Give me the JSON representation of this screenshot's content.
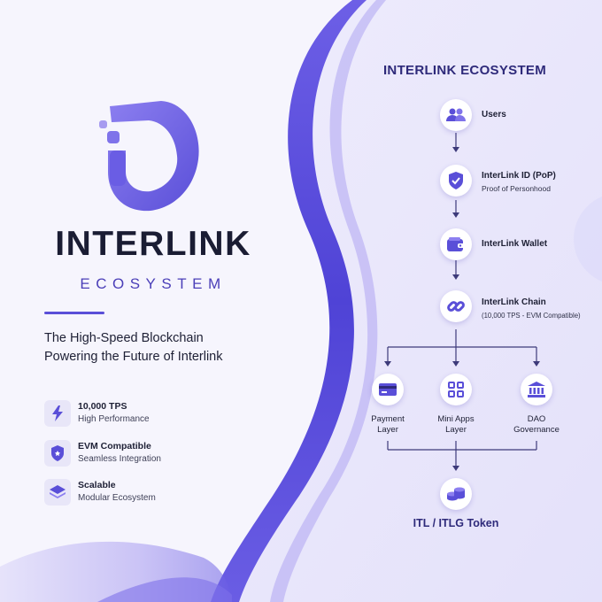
{
  "brand": {
    "title": "INTERLINK",
    "subtitle": "ECOSYSTEM",
    "tagline": [
      "The High-Speed Blockchain",
      "Powering the Future of Interlink"
    ]
  },
  "features": [
    {
      "title": "10,000 TPS",
      "subtitle": "High Performance",
      "icon": "lightning-icon"
    },
    {
      "title": "EVM Compatible",
      "subtitle": "Seamless Integration",
      "icon": "shield-icon"
    },
    {
      "title": "Scalable",
      "subtitle": "Modular Ecosystem",
      "icon": "layers-icon"
    }
  ],
  "diagram": {
    "title": "INTERLINK ECOSYSTEM",
    "nodes": [
      {
        "label": "Users",
        "sub": "",
        "icon": "users-icon"
      },
      {
        "label": "InterLink ID (PoP)",
        "sub": "Proof of Personhood",
        "icon": "shield-check-icon"
      },
      {
        "label": "InterLink Wallet",
        "sub": "",
        "icon": "wallet-icon"
      },
      {
        "label": "InterLink Chain",
        "sub": "(10,000 TPS - EVM Compatible)",
        "icon": "chain-link-icon"
      }
    ],
    "layers": [
      {
        "lines": [
          "Payment",
          "Layer"
        ],
        "icon": "card-icon"
      },
      {
        "lines": [
          "Mini Apps",
          "Layer"
        ],
        "icon": "grid-icon"
      },
      {
        "lines": [
          "DAO",
          "Governance"
        ],
        "icon": "bank-icon"
      }
    ],
    "token": {
      "label": "ITL / ITLG Token",
      "icon": "coins-icon"
    }
  },
  "colors": {
    "accent": "#5a4fd8",
    "accent_light": "#8c7ff0",
    "dark_text": "#1a1c33",
    "background": "#f6f5fd",
    "panel": "#ebe9fb"
  }
}
